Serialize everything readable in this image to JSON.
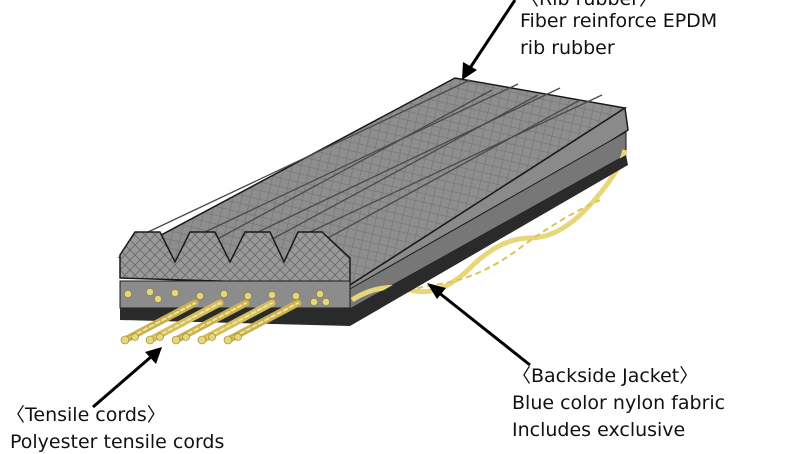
{
  "labels": {
    "rib_rubber": {
      "heading": "〈Rib rubber〉",
      "line1": "Fiber reinforce EPDM",
      "line2": "rib rubber"
    },
    "backside_jacket": {
      "heading": "〈Backside Jacket〉",
      "line1": "Blue color nylon fabric",
      "line2": "Includes exclusive"
    },
    "tensile_cords": {
      "heading": "〈Tensile cords〉",
      "line1": "Polyester tensile cords"
    }
  },
  "colors": {
    "rubber_gray": "#8c8c8c",
    "rubber_dark": "#6e6e6e",
    "cord_yellow": "#e8d77a",
    "jacket_dark": "#2a2a2a",
    "outline": "#1a1a1a"
  }
}
